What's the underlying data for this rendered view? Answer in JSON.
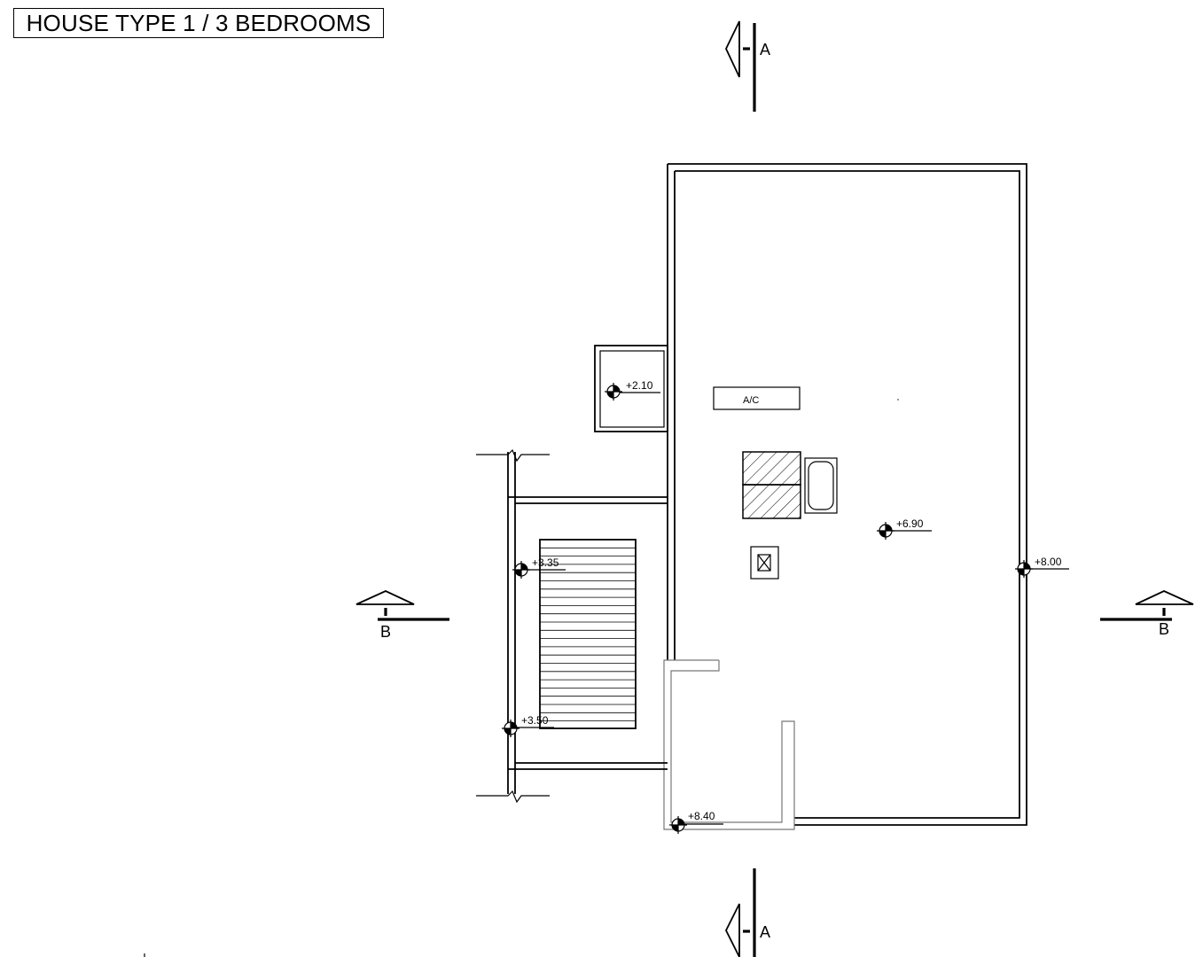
{
  "title": "HOUSE TYPE 1 / 3 BEDROOMS",
  "ac_label": "A/C",
  "section_marks": {
    "a_top": "A",
    "a_bottom": "A",
    "b_left": "B",
    "b_right": "B"
  },
  "levels": {
    "l_2_10": "+2.10",
    "l_3_35": "+3.35",
    "l_3_50": "+3.50",
    "l_6_90": "+6.90",
    "l_8_00": "+8.00",
    "l_8_40": "+8.40"
  }
}
